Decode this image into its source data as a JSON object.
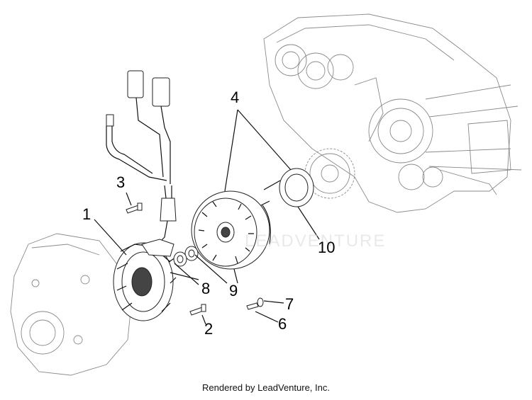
{
  "callouts": {
    "c1": "1",
    "c2": "2",
    "c3": "3",
    "c4": "4",
    "c6": "6",
    "c7": "7",
    "c8": "8",
    "c9": "9",
    "c10": "10"
  },
  "watermark": "LEADVENTURE",
  "footer": "Rendered by LeadVenture, Inc."
}
